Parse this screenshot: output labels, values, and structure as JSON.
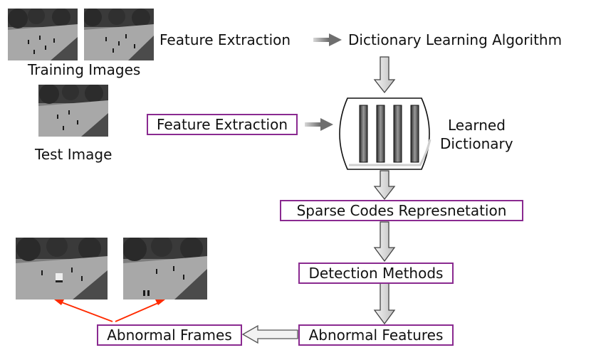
{
  "labels": {
    "training_images": "Training Images",
    "test_image": "Test Image",
    "feature_extraction_top": "Feature Extraction",
    "dictionary_learning": "Dictionary Learning Algorithm",
    "learned_dictionary_line1": "Learned",
    "learned_dictionary_line2": "Dictionary"
  },
  "boxes": {
    "feature_extraction": "Feature Extraction",
    "sparse_codes": "Sparse Codes Represnetation",
    "detection_methods": "Detection Methods",
    "abnormal_features": "Abnormal Features",
    "abnormal_frames": "Abnormal Frames"
  },
  "colors": {
    "box_border": "#8a2a90",
    "red_arrow": "#ff2a00",
    "gray_arrow": "#9a9a9a"
  }
}
